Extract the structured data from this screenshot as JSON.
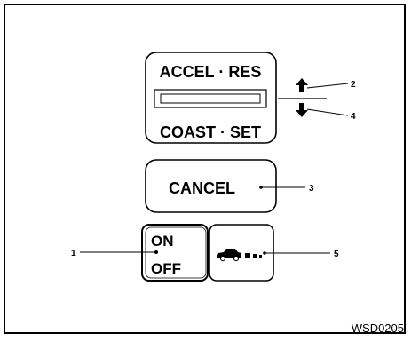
{
  "diagram": {
    "switches": {
      "accel_res_label": "ACCEL · RES",
      "coast_set_label": "COAST · SET",
      "cancel_label": "CANCEL",
      "on_label": "ON",
      "off_label": "OFF"
    },
    "callouts": [
      "1",
      "2",
      "3",
      "4",
      "5"
    ],
    "figure_code": "WSD0205"
  }
}
